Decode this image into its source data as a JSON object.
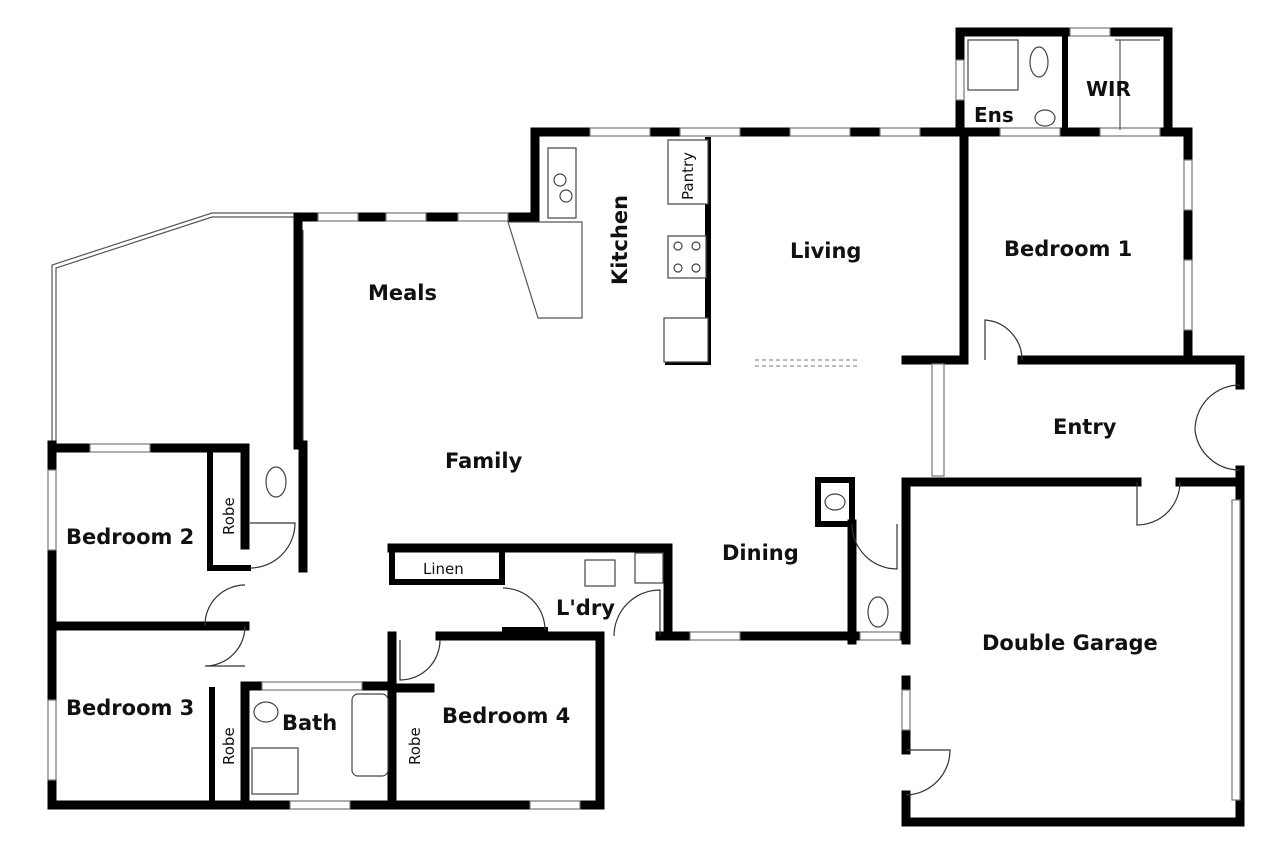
{
  "rooms": {
    "ens": "Ens",
    "wir": "WIR",
    "kitchen": "Kitchen",
    "pantry": "Pantry",
    "living": "Living",
    "bedroom1": "Bedroom 1",
    "meals": "Meals",
    "entry": "Entry",
    "family": "Family",
    "bedroom2": "Bedroom 2",
    "robe2": "Robe",
    "linen": "Linen",
    "dining": "Dining",
    "laundry": "L'dry",
    "double_garage": "Double Garage",
    "bedroom3": "Bedroom 3",
    "robe3": "Robe",
    "bath": "Bath",
    "robe4": "Robe",
    "bedroom4": "Bedroom 4"
  },
  "colors": {
    "wall": "#000000",
    "background": "#ffffff",
    "text": "#111111"
  }
}
